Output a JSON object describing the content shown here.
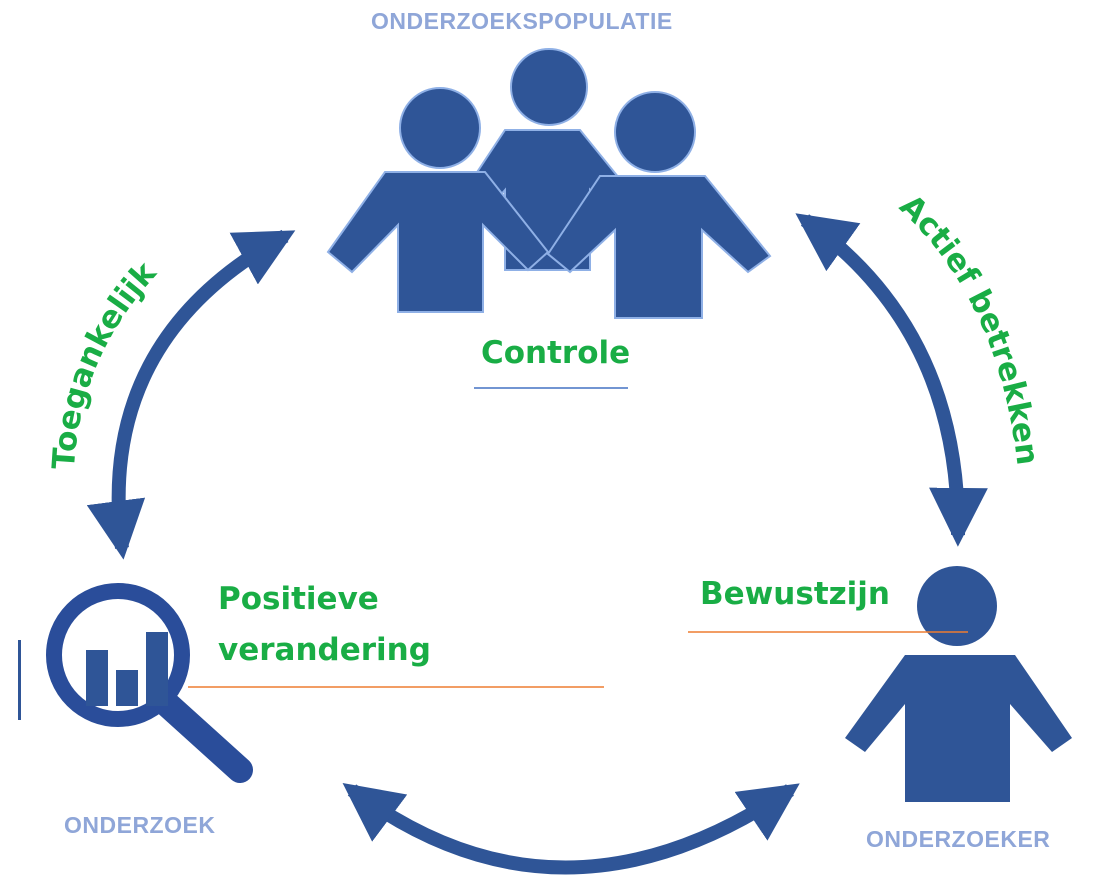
{
  "nodes": {
    "population": "ONDERZOEKSPOPULATIE",
    "research": "ONDERZOEK",
    "researcher": "ONDERZOEKER"
  },
  "center_labels": {
    "control": "Controle",
    "awareness": "Bewustzijn",
    "change_line1": "Positieve",
    "change_line2": "verandering"
  },
  "arrow_labels": {
    "left": "Toegankelijk",
    "right": "Actief betrekken"
  },
  "colors": {
    "figure": "#2f5597",
    "arrow": "#2f5597",
    "node_label": "#8fa6d8",
    "green_text": "#19ad45",
    "blue_underline": "#4472c4",
    "orange_underline": "#ed7d31"
  },
  "icons": {
    "population": "group-of-people-icon",
    "research": "magnifier-chart-icon",
    "researcher": "person-icon"
  }
}
